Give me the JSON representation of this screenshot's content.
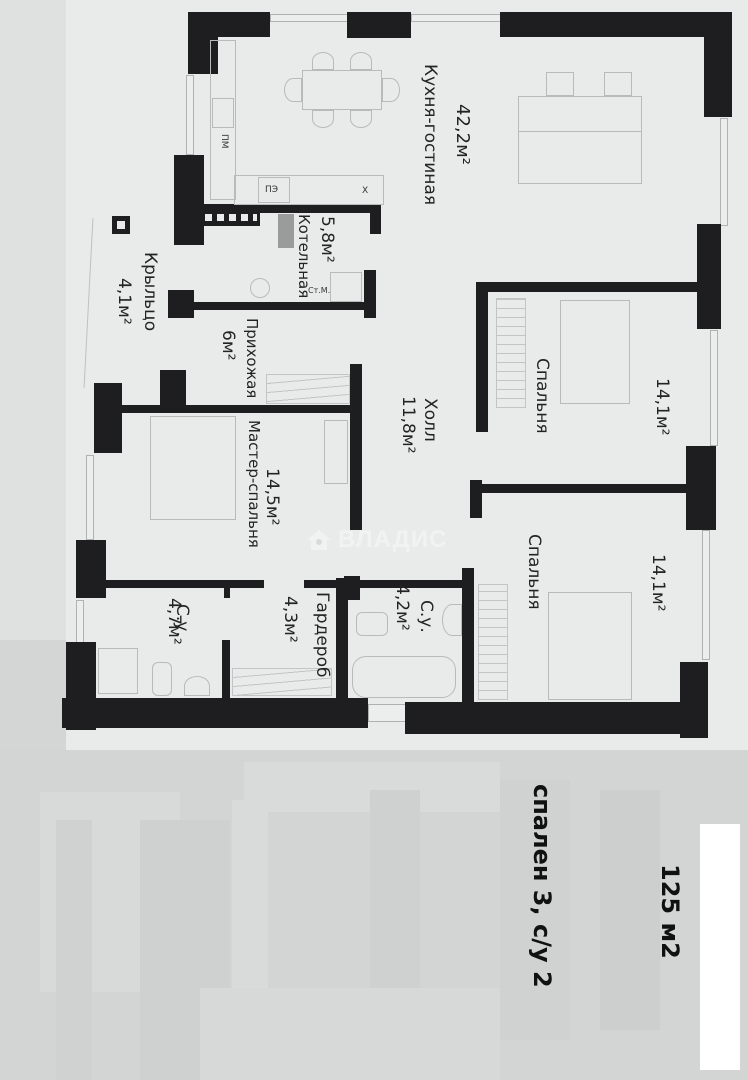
{
  "image": {
    "description": "Photo of a printed apartment floor plan rotated 90 degrees, with handwritten-style summary annotations below",
    "orientation": "rotated-90-clockwise"
  },
  "colors": {
    "paper": "#e9ebea",
    "wall": "#1e1d1f",
    "background": "#d4d6d5",
    "text": "#232323",
    "watermark": "#f2f3f2"
  },
  "rooms": [
    {
      "id": "kitchen-living",
      "name": "Кухня-гостиная",
      "area": "42,2м²"
    },
    {
      "id": "boiler-room",
      "name": "Котельная",
      "area": "5,8м²"
    },
    {
      "id": "porch",
      "name": "Крыльцо",
      "area": "4,1м²"
    },
    {
      "id": "entrance-hall",
      "name": "Прихожая",
      "area": "6м²"
    },
    {
      "id": "hall",
      "name": "Холл",
      "area": "11,8м²"
    },
    {
      "id": "bedroom-1",
      "name": "Спальня",
      "area": "14,1м²"
    },
    {
      "id": "bedroom-2",
      "name": "Спальня",
      "area": "14,1м²"
    },
    {
      "id": "master-bedroom",
      "name": "Мастер-спальня",
      "area": "14,5м²"
    },
    {
      "id": "bathroom-1",
      "name": "С.у.",
      "area": "4,7м²"
    },
    {
      "id": "wardrobe",
      "name": "Гардероб",
      "area": "4,3м²"
    },
    {
      "id": "bathroom-2",
      "name": "С.у.",
      "area": "4,2м²"
    }
  ],
  "fixture_labels": {
    "dishwasher": "ПМ",
    "stove": "ПЭ",
    "fridge": "Х",
    "washing_machine": "Ст.М."
  },
  "watermark": {
    "text": "ВЛАДИС",
    "icon": "house-key-icon"
  },
  "annotations": {
    "total_area": "125 м2",
    "summary": "спален 3, с/у 2"
  }
}
